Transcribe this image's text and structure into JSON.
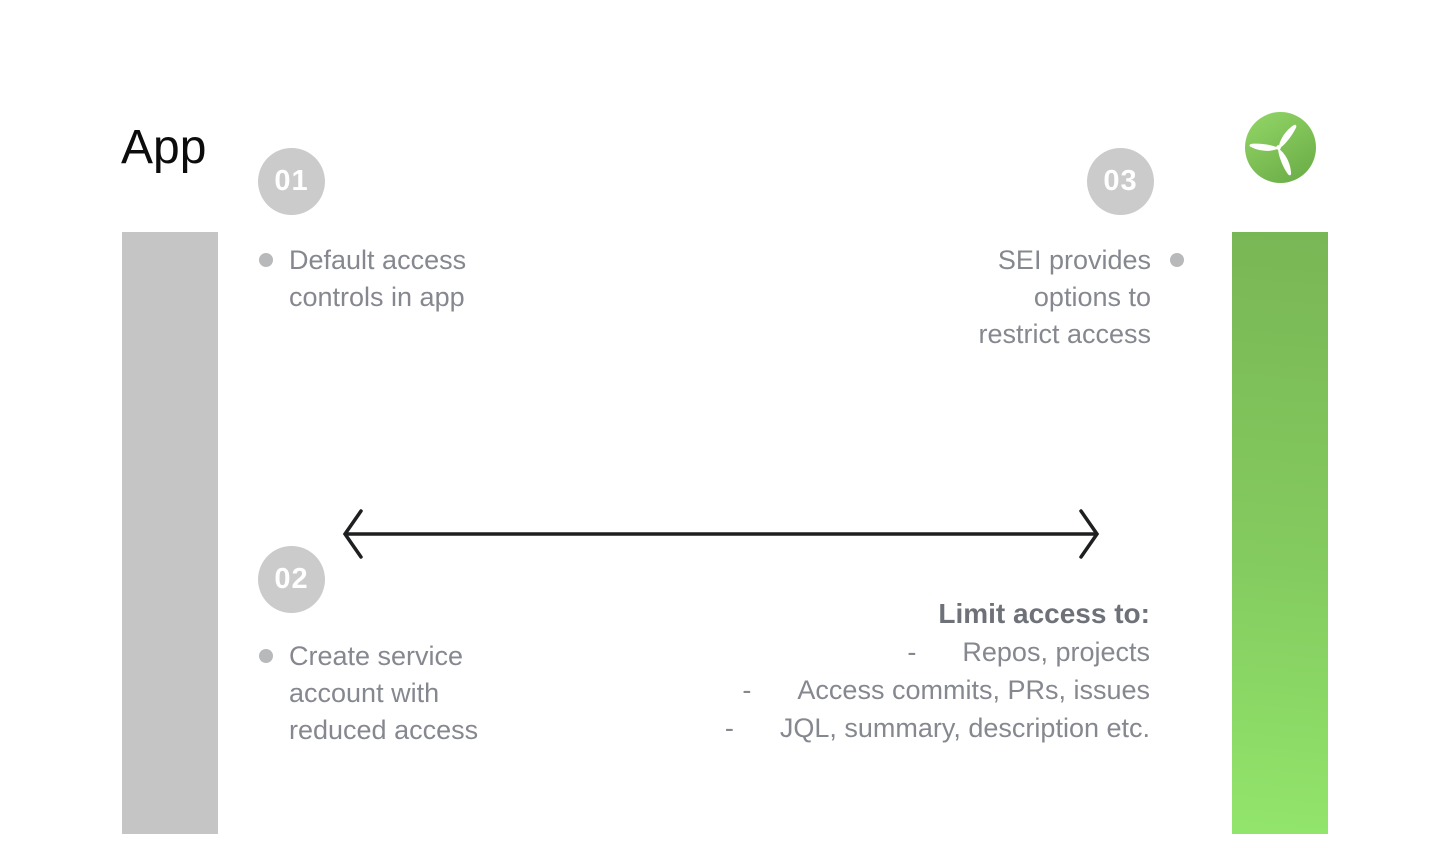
{
  "title": "App",
  "steps": [
    {
      "number": "01",
      "lines": [
        "Default access",
        "controls in app"
      ]
    },
    {
      "number": "02",
      "lines": [
        "Create service",
        "account with",
        "reduced access"
      ]
    },
    {
      "number": "03",
      "lines": [
        "SEI provides",
        "options to",
        "restrict access"
      ]
    }
  ],
  "limit_access": {
    "heading": "Limit access to:",
    "dash": "-",
    "items": [
      "Repos, projects",
      "Access commits, PRs, issues",
      "JQL, summary, description etc."
    ]
  },
  "icons": {
    "logo": "propeller-icon",
    "note_marker": "dot-bullet"
  },
  "colors": {
    "green_bar_top": "#79b655",
    "green_bar_bottom": "#92e56c",
    "gray_bar": "#c5c5c5",
    "step_badge": "#cbcbcb",
    "body_text": "#85888f",
    "heading_text": "#6e7278",
    "bullet_dot": "#b8b9bb",
    "arrow": "#1d1f21",
    "title_text": "#0c0c0d"
  }
}
